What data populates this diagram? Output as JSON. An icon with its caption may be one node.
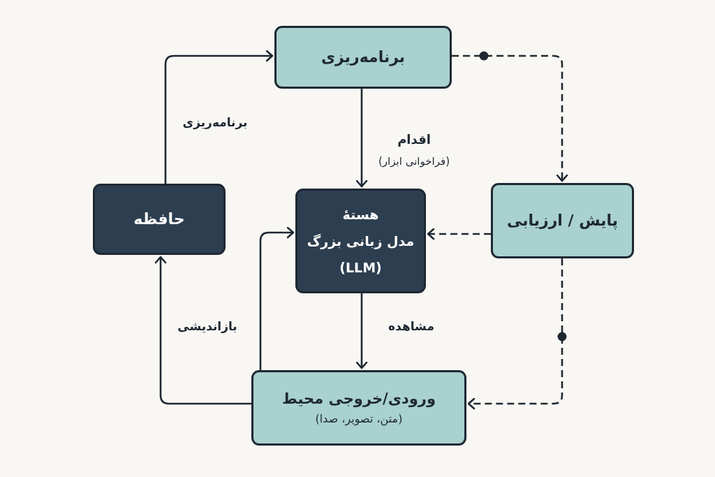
{
  "diagram": {
    "nodes": [
      {
        "text": [
          "برنامه‌ریزی"
        ]
      },
      {
        "text": [
          "حافظه"
        ]
      },
      {
        "text": [
          "هستهٔ",
          "مدل زبانی بزرگ (LLM)"
        ]
      },
      {
        "text": [
          "پایش / ارزیابی"
        ]
      },
      {
        "text": [
          "ورودی/خروجی محیط",
          "(متن، تصویر، صدا)"
        ]
      }
    ],
    "edges": [
      {
        "from": 1,
        "to": 0,
        "arrow": "to",
        "label": "برنامه‌ریزی"
      },
      {
        "from": 0,
        "to": 2,
        "arrow": "to",
        "label": "اقدام"
      },
      {
        "from": 2,
        "to": 4,
        "arrow": "to",
        "label": "مشاهده"
      },
      {
        "from": 4,
        "to": 2,
        "arrow": "to"
      },
      {
        "from": 4,
        "to": 1,
        "arrow": "to",
        "label": "بازاندیشی"
      },
      {
        "from": 0,
        "to": 3,
        "arrow": "to",
        "style": "dashed"
      },
      {
        "from": 3,
        "to": 2,
        "arrow": "to",
        "style": "dashed"
      },
      {
        "from": 3,
        "to": 4,
        "arrow": "to",
        "style": "dashed"
      }
    ],
    "labels": [
      "(فراخوانی ابزار)"
    ]
  }
}
